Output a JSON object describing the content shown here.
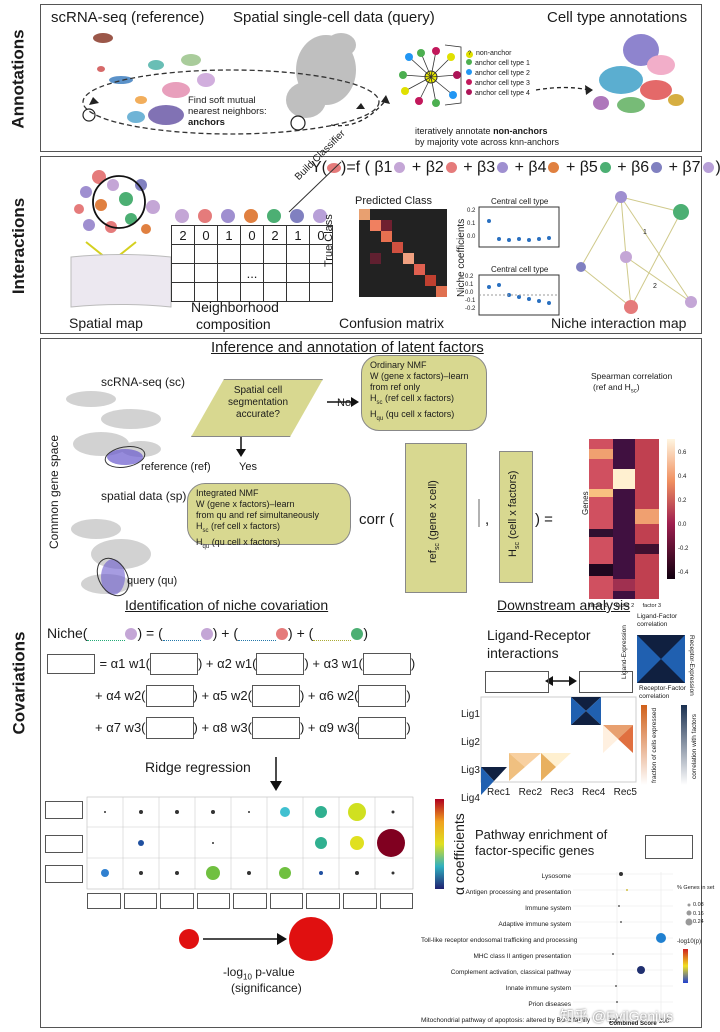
{
  "side_labels": {
    "annotations": "Annotations",
    "interactions": "Interactions",
    "covariations": "Covariations"
  },
  "annotations": {
    "scrna_title": "scRNA-seq (reference)",
    "spatial_title": "Spatial single-cell data (query)",
    "celltype_title": "Cell type annotations",
    "find_text_1": "Find soft mutual",
    "find_text_2": "nearest neighbors:",
    "find_text_3": "anchors",
    "iter_text_1": "iteratively annotate",
    "iter_text_bold": "non-anchors",
    "iter_text_2": "by majority vote across knn-anchors",
    "legend": [
      "non-anchor",
      "anchor cell type 1",
      "anchor cell type 2",
      "anchor cell type 3",
      "anchor cell type 4"
    ],
    "legend_colors": [
      "#e0e000",
      "#4caf50",
      "#2196f3",
      "#c2185b",
      "#ad1457"
    ],
    "legend_marker": "?"
  },
  "interactions": {
    "formula_lhs": "Y(",
    "formula_mid": ")=f (",
    "betas": [
      "β1",
      "+ β2",
      "+ β3",
      "+ β4",
      "+ β5",
      "+ β6",
      "+ β7"
    ],
    "formula_end": ")",
    "build_classifier": "Build Classifier",
    "predicted_class": "Predicted Class",
    "true_class": "True Class",
    "niche_coeff": "Niche coefficients",
    "central_cell_type": "Central cell type",
    "spatial_map": "Spatial map",
    "neigh_comp_1": "Neighborhood",
    "neigh_comp_2": "composition",
    "confusion": "Confusion matrix",
    "niche_map": "Niche interaction map",
    "grid_row": [
      "2",
      "0",
      "1",
      "0",
      "2",
      "1",
      "0"
    ],
    "grid_dots": "...",
    "plot_ticks_top": [
      "0.2",
      "0.1",
      "0.0"
    ],
    "plot_ticks_bottom": [
      "0.2",
      "0.1",
      "0.0",
      "-0.1",
      "-0.2"
    ],
    "network_labels": [
      "1",
      "2"
    ]
  },
  "covariations": {
    "inference_title": "Inference and annotation of latent factors",
    "sc_label": "scRNA-seq (sc)",
    "ref_label": "reference (ref)",
    "sp_label": "spatial data (sp)",
    "query_label": "query (qu)",
    "common_space": "Common gene space",
    "question": "Spatial cell segmentation accurate?",
    "no": "No",
    "yes": "Yes",
    "ordinary": [
      "Ordinary NMF",
      "W (gene x factors)–learn",
      "from ref only",
      "H",
      "sc",
      " (ref cell x factors)",
      "H",
      "qu",
      " (qu cell x factors)"
    ],
    "integrated": [
      "Integrated NMF",
      "W (gene x factors)–learn",
      "from qu and ref simultaneously",
      "H",
      "sc",
      " (ref cell x factors)",
      "H",
      "qu",
      " (qu cell x factors)"
    ],
    "corr": "corr (",
    "ref_mat": "ref",
    "ref_sub": "sc",
    "ref_mat_rest": " (gene x cell)",
    "h_mat": "H",
    "h_sub": "sc",
    "h_mat_rest": " (cell x factors)",
    "comma": ",",
    "equals": ") =",
    "spearman_1": "Spearman correlation",
    "spearman_2": "(ref and H",
    "spearman_sub": "sc",
    "spearman_3": ")",
    "genes": "Genes",
    "factors": [
      "factor 1",
      "factor 2",
      "factor 3"
    ],
    "colorbar_ticks": [
      "0.6",
      "0.4",
      "0.2",
      "0.0",
      "-0.2",
      "-0.4"
    ],
    "niche_title": "Identification of niche covariation",
    "downstream_title": "Downstream analysis",
    "niche_lhs": "Niche(",
    "niche_eq": ") = (",
    "niche_plus1": ") + (",
    "niche_plus2": ") + (",
    "niche_end": ")",
    "eq_rows": [
      [
        "= α1 w1(",
        ") + α2 w1(",
        ") + α3 w1(",
        ")"
      ],
      [
        "+ α4 w2(",
        ") + α5 w2(",
        ") + α6 w2(",
        ")"
      ],
      [
        "+ α7 w3(",
        ") + α8 w3(",
        ") + α9 w3(",
        ")"
      ]
    ],
    "ridge": "Ridge regression",
    "alpha_coeff": "α coefficients",
    "pvalue_1": "-log",
    "pvalue_sub": "10",
    "pvalue_2": " p-value",
    "pvalue_3": "(significance)",
    "lr_title_1": "Ligand-Receptor",
    "lr_title_2": "interactions",
    "lig_factor": "Ligand-Factor correlation",
    "rec_factor": "Receptor-Factor correlation",
    "lig_expr": "Ligand-Expression",
    "rec_expr": "Receptor-Expression",
    "ligs": [
      "Lig1",
      "Lig2",
      "Lig3",
      "Lig4"
    ],
    "recs": [
      "Rec1",
      "Rec2",
      "Rec3",
      "Rec4",
      "Rec5"
    ],
    "frac_expr": "fraction of cells expressed",
    "corr_factors": "correlation with factors",
    "pathway_1": "Pathway enrichment of",
    "pathway_2": "factor-specific genes",
    "pathways": [
      "Lysosome",
      "Antigen processing and presentation",
      "Immune system",
      "Adaptive immune system",
      "Toll-like receptor endosomal trafficking and processing",
      "MHC class II antigen presentation",
      "Complement activation, classical pathway",
      "Innate immune system",
      "Prion diseases",
      "Mitochondrial pathway of apoptosis: altered by Bcl-2 family"
    ],
    "pct_genes": "% Genes in set",
    "pct_vals": [
      "0.08",
      "0.16",
      "0.24"
    ],
    "log10p": "-log10(p)",
    "combined_score": "Combined Score",
    "combined_ticks": [
      "100",
      "200"
    ]
  },
  "watermark": "知乎 @EvilGenius"
}
